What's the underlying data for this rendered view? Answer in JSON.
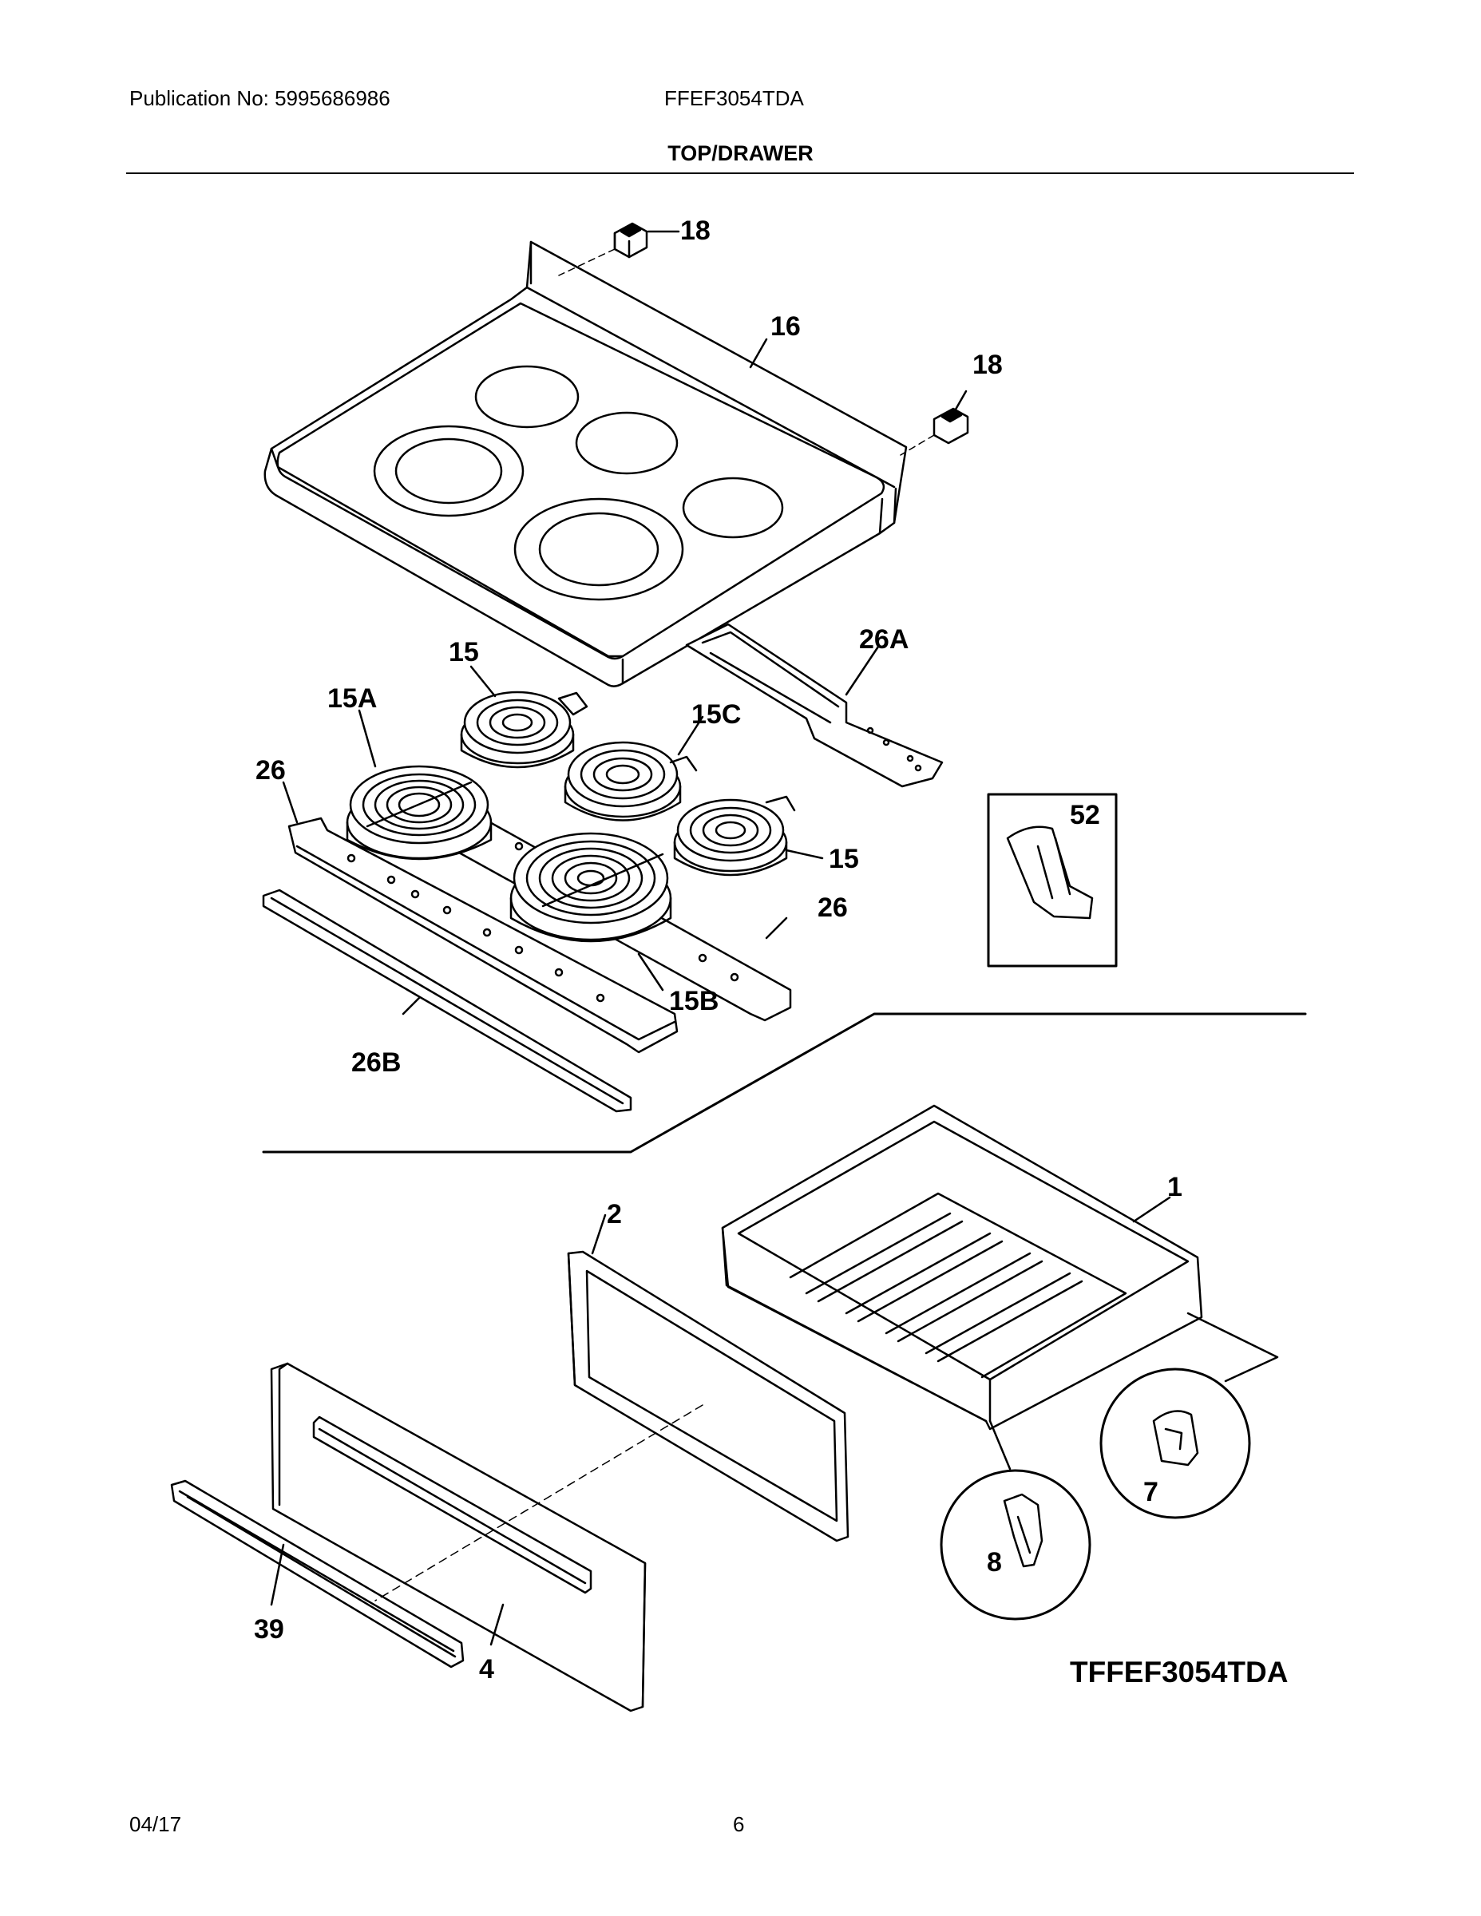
{
  "header": {
    "publication": "Publication No: 5995686986",
    "model": "FFEF3054TDA",
    "section_title": "TOP/DRAWER"
  },
  "callouts": {
    "c18a": "18",
    "c16": "16",
    "c18b": "18",
    "c26A": "26A",
    "c15a": "15",
    "c15A": "15A",
    "c15C": "15C",
    "c26a": "26",
    "c52": "52",
    "c15b": "15",
    "c26b": "26",
    "c15B": "15B",
    "c26B": "26B",
    "c1": "1",
    "c2": "2",
    "c7": "7",
    "c8": "8",
    "c39": "39",
    "c4": "4"
  },
  "diagram_id": "TFFEF3054TDA",
  "footer": {
    "date": "04/17",
    "page_number": "6"
  }
}
